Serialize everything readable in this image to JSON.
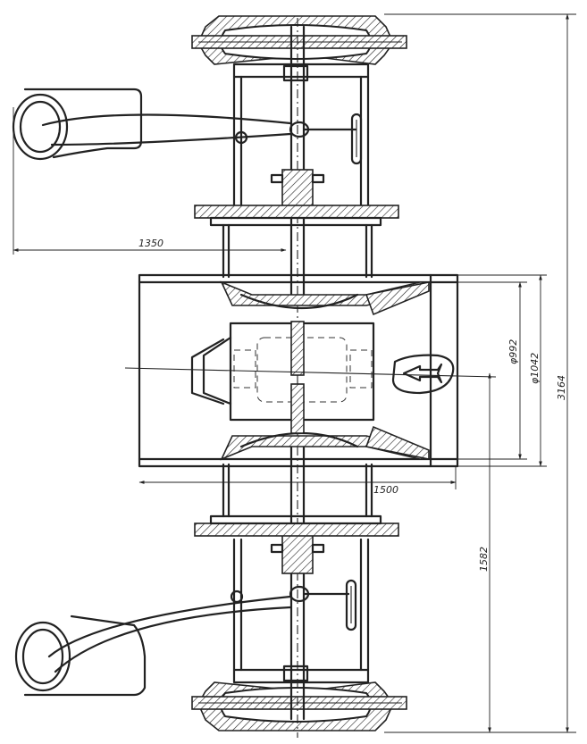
{
  "dimensions": {
    "width_left": "1350",
    "length_bottom": "1500",
    "diameter_inner": "φ992",
    "diameter_outer": "φ1042",
    "height_total": "3164",
    "height_lower": "1582"
  }
}
